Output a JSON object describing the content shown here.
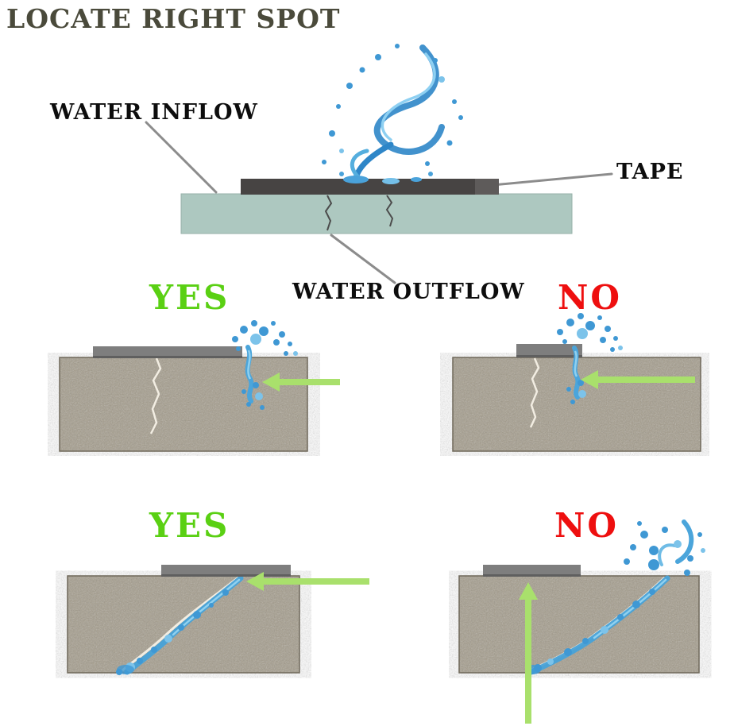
{
  "title": "LOCATE RIGHT SPOT",
  "main_diagram": {
    "water_inflow_label": "WATER INFLOW",
    "tape_label": "TAPE",
    "water_outflow_label": "WATER OUTFLOW"
  },
  "comparison": {
    "row1_left_verdict": "YES",
    "row1_right_verdict": "NO",
    "row2_left_verdict": "YES",
    "row2_right_verdict": "NO"
  },
  "icons": {
    "water_splash_icon": "stylized blue water splash with droplets",
    "water_stream_icon": "blue water stream in crack",
    "crack_icon": "zigzag crack line",
    "arrow_left_icon": "solid light-green arrow pointing left",
    "arrow_up_icon": "solid light-green arrow pointing up",
    "pointer-line": "gray callout line"
  },
  "colors": {
    "title": "#4a4a3b",
    "label": "#0d0d0d",
    "yes_green": "#5ad013",
    "no_red": "#ee0f0f",
    "arrow_green": "#a9e06c",
    "slab": "#adc8c0",
    "tape_dark": "#474443",
    "tape_gray": "#7e7e7e",
    "concrete": "#a49c8b",
    "water_blue": "#3f98d4",
    "pointer_gray": "#8c8c8c"
  }
}
